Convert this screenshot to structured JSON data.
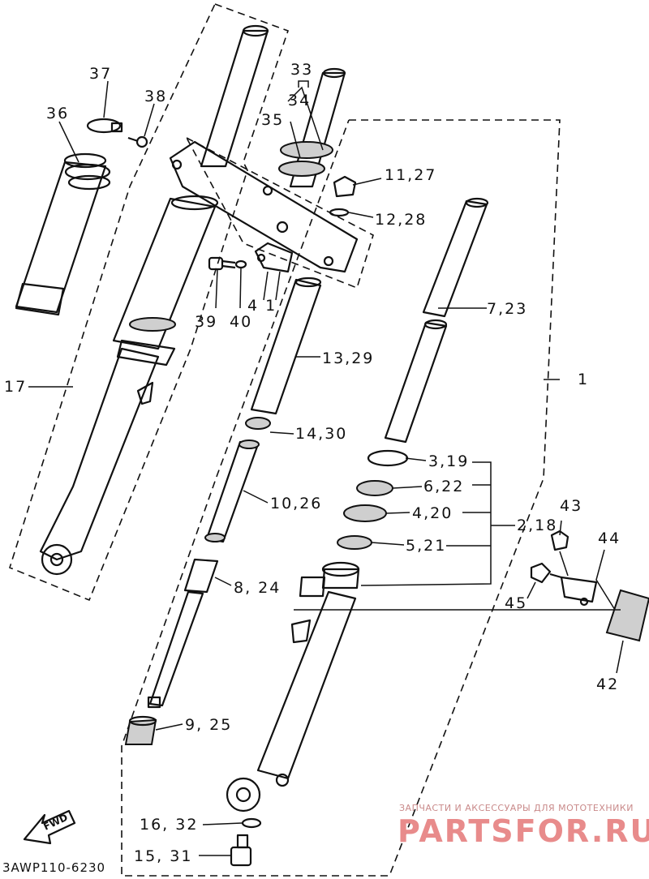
{
  "diagram": {
    "code": "3AWP110-6230",
    "fwd_label": "FWD",
    "watermark": {
      "line1": "ЗАПЧАСТИ И АКСЕССУАРЫ ДЛЯ МОТОТЕХНИКИ",
      "line2": "PARTSFOR.RU"
    },
    "labels": {
      "l1": "1",
      "l2_18": "2,18",
      "l3_19": "3,19",
      "l4_20": "4,20",
      "l5_21": "5,21",
      "l6_22": "6,22",
      "l7_23": "7,23",
      "l8_24": "8, 24",
      "l9_25": "9, 25",
      "l10_26": "10,26",
      "l11_27": "11,27",
      "l12_28": "12,28",
      "l13_29": "13,29",
      "l14_30": "14,30",
      "l15_31": "15, 31",
      "l16_32": "16, 32",
      "l17": "17",
      "l33": "33",
      "l34": "34",
      "l35": "35",
      "l36": "36",
      "l37": "37",
      "l38": "38",
      "l39": "39",
      "l40": "40",
      "l41": "4 1",
      "l42": "42",
      "l43": "43",
      "l44": "44",
      "l45": "45"
    }
  }
}
